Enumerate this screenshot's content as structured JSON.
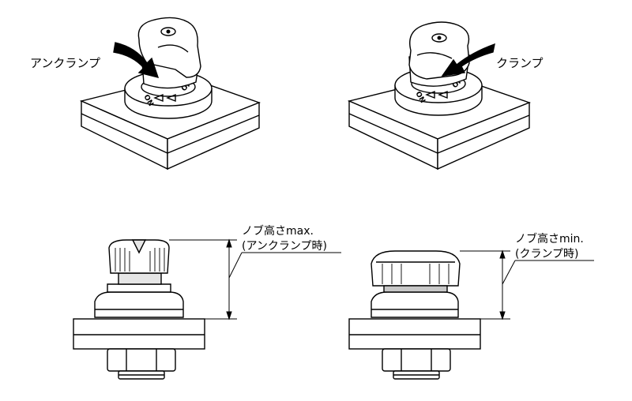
{
  "labels": {
    "unclamp": "アンクランプ",
    "clamp": "クランプ",
    "dial_on": "ON",
    "dial_off": "OFF"
  },
  "dimensions": {
    "max_line1": "ノブ高さmax.",
    "max_line2": "(アンクランプ時)",
    "min_line1": "ノブ高さmin.",
    "min_line2": "(クランプ時)"
  }
}
